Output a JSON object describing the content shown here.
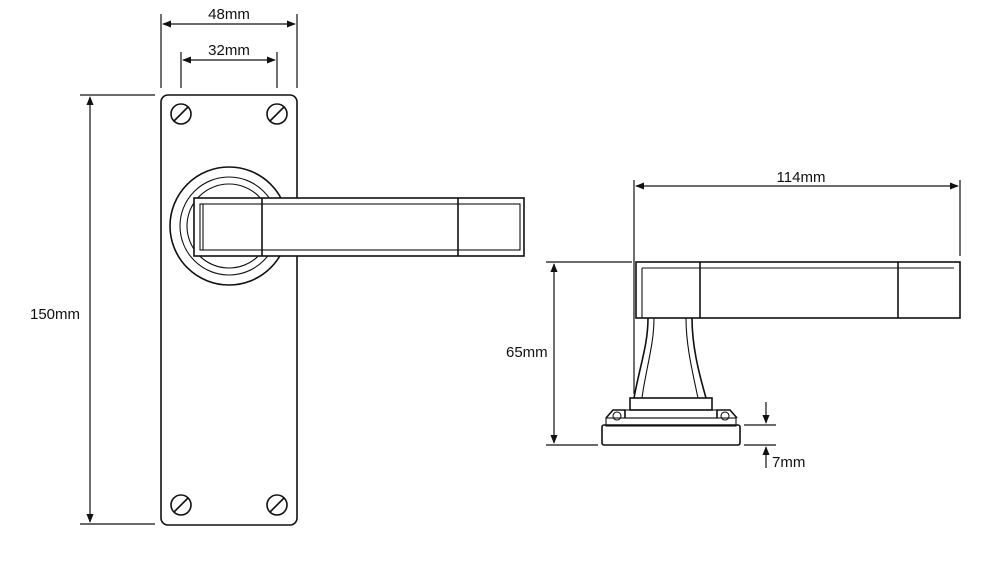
{
  "dimensions": {
    "plate_width": "48mm",
    "screw_spacing": "32mm",
    "plate_height": "150mm",
    "lever_length": "114mm",
    "lever_height": "65mm",
    "rose_thickness": "7mm"
  }
}
